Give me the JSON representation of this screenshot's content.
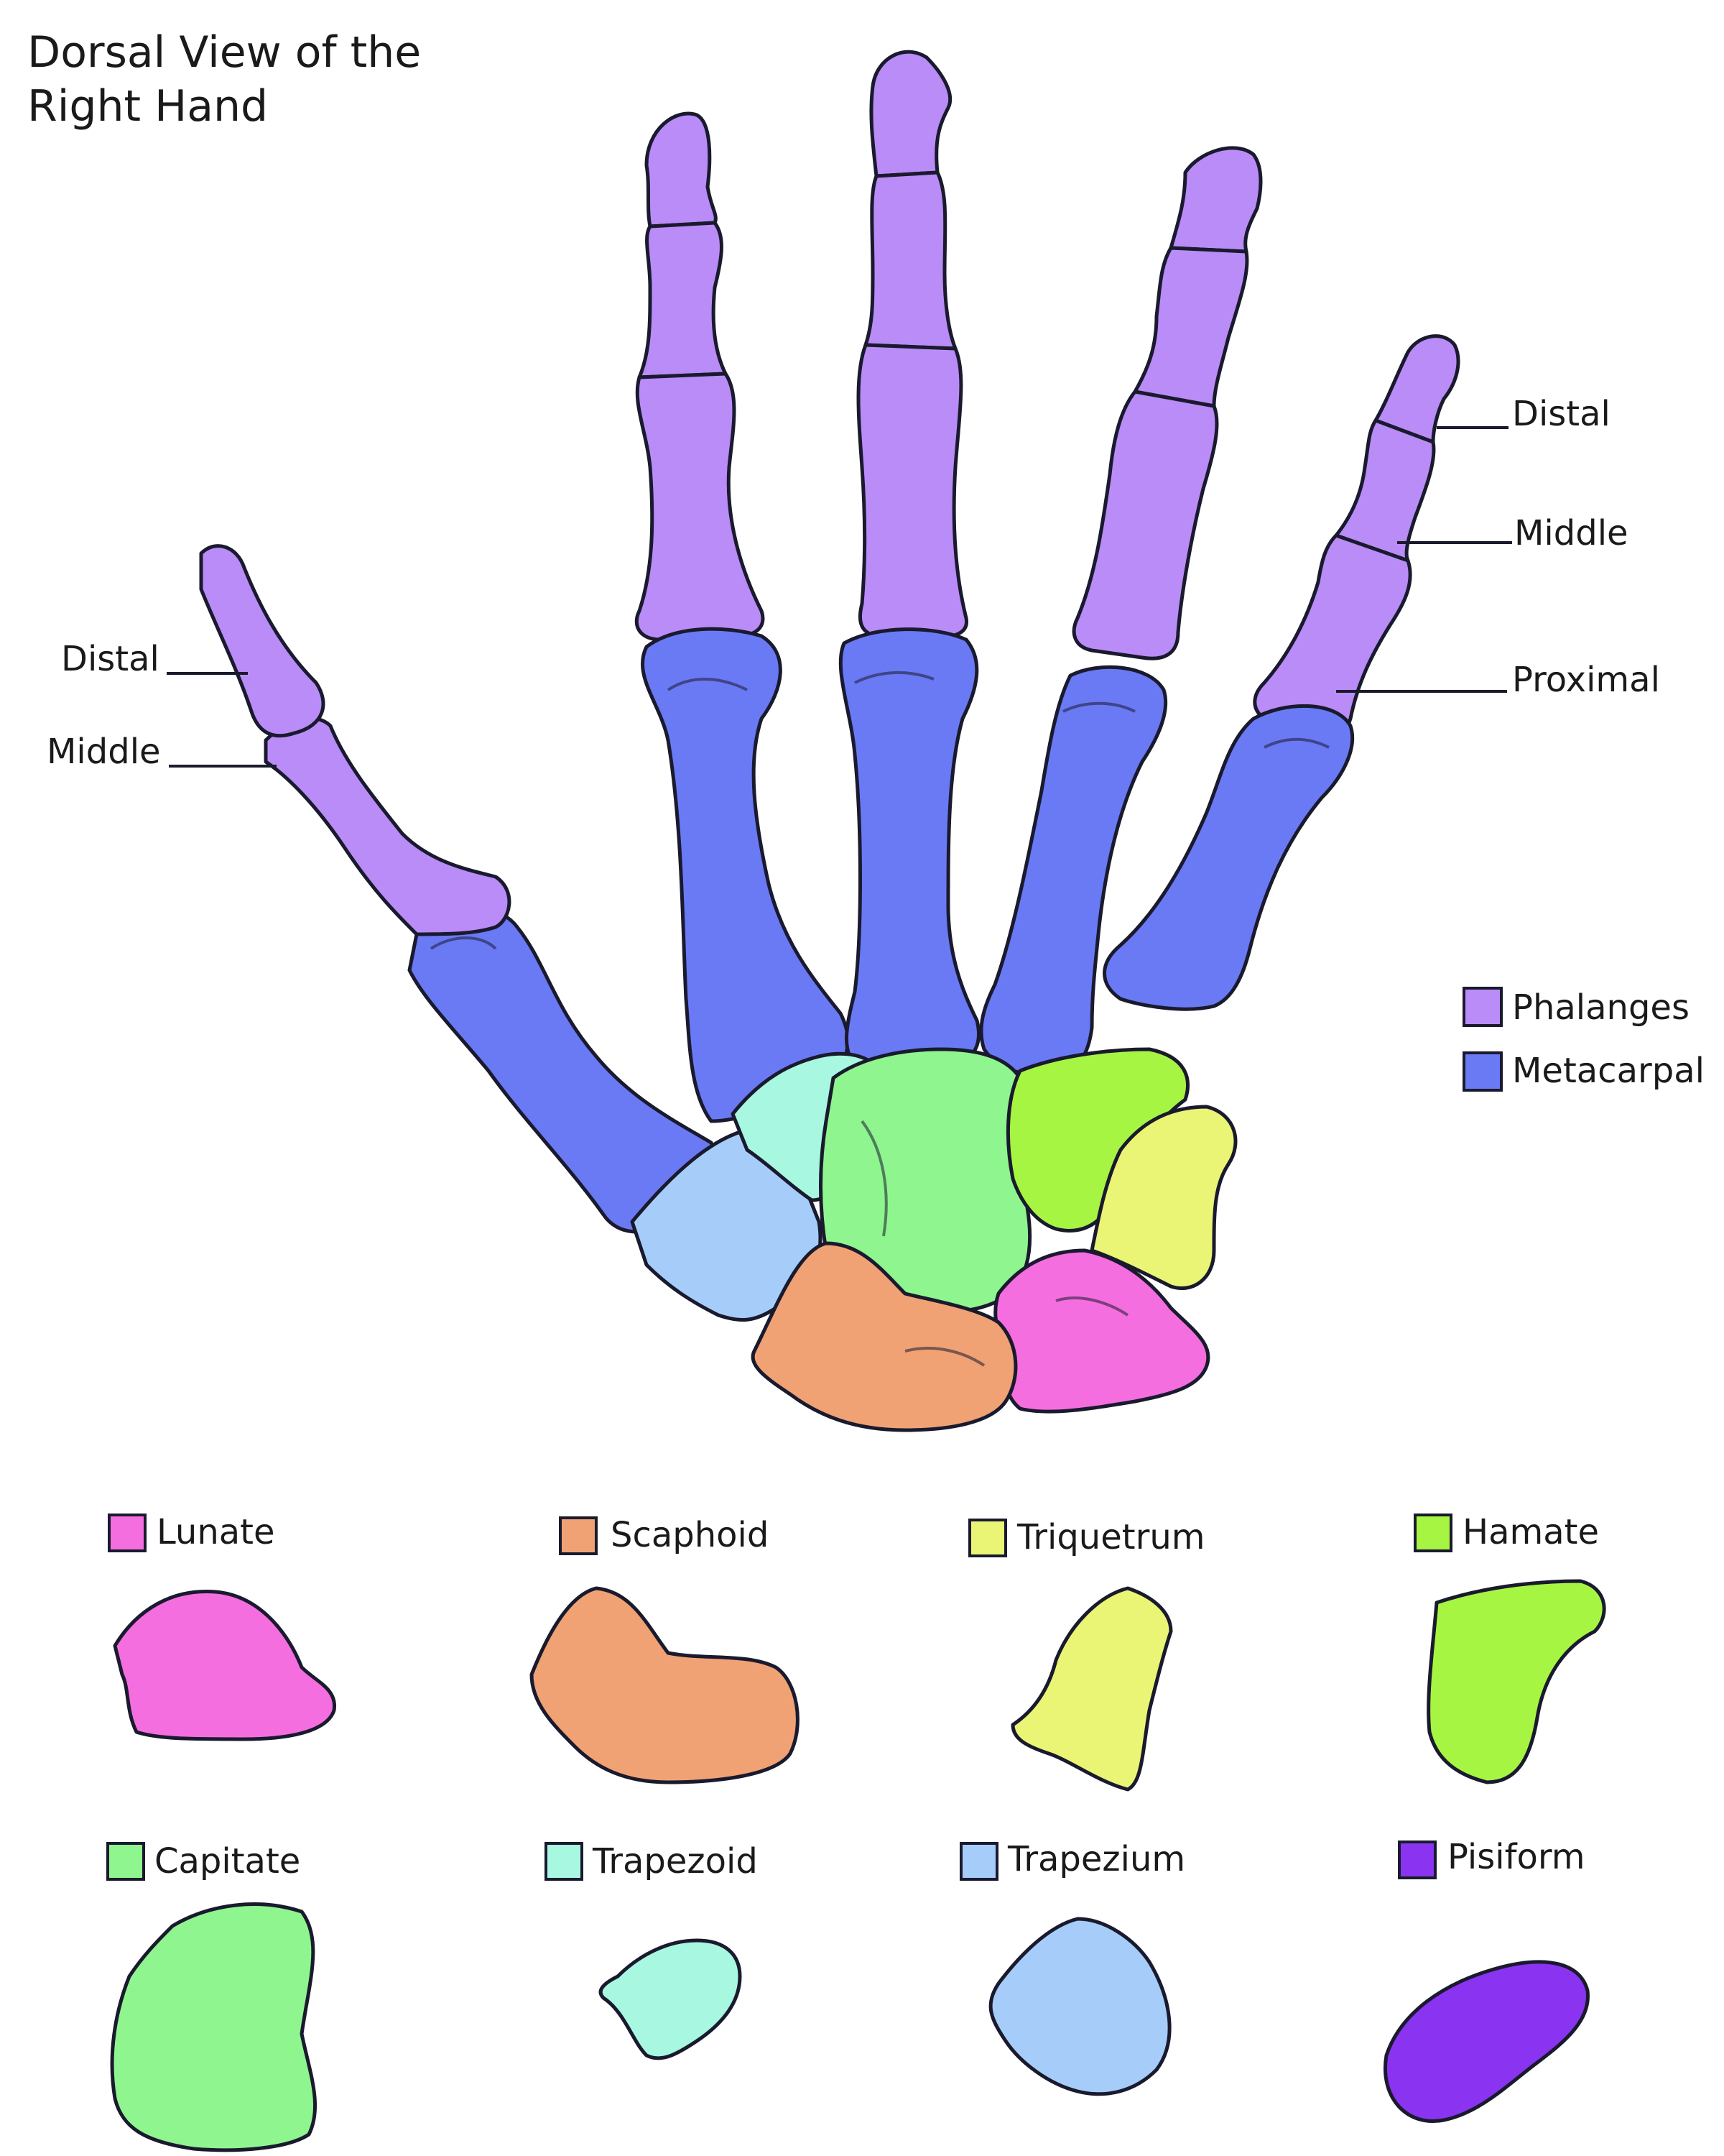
{
  "title": {
    "line1": "Dorsal View of the",
    "line2": "Right Hand"
  },
  "labels": {
    "thumb_distal": "Distal",
    "thumb_middle": "Middle",
    "finger_distal": "Distal",
    "finger_middle": "Middle",
    "finger_proximal": "Proximal"
  },
  "legend": {
    "phalanges": "Phalanges",
    "metacarpal": "Metacarpal"
  },
  "carpals": {
    "lunate": "Lunate",
    "scaphoid": "Scaphoid",
    "triquetrum": "Triquetrum",
    "hamate": "Hamate",
    "capitate": "Capitate",
    "trapezoid": "Trapezoid",
    "trapezium": "Trapezium",
    "pisiform": "Pisiform"
  },
  "colors": {
    "phalanges": "#b98cf7",
    "metacarpal": "#6a7af5",
    "lunate": "#f56ee0",
    "scaphoid": "#f0a274",
    "triquetrum": "#eaf575",
    "hamate": "#a6f542",
    "capitate": "#8ff58f",
    "trapezoid": "#a8f7e1",
    "trapezium": "#a6cdfa",
    "pisiform": "#8a33f0",
    "outline": "#1a1a2e"
  }
}
